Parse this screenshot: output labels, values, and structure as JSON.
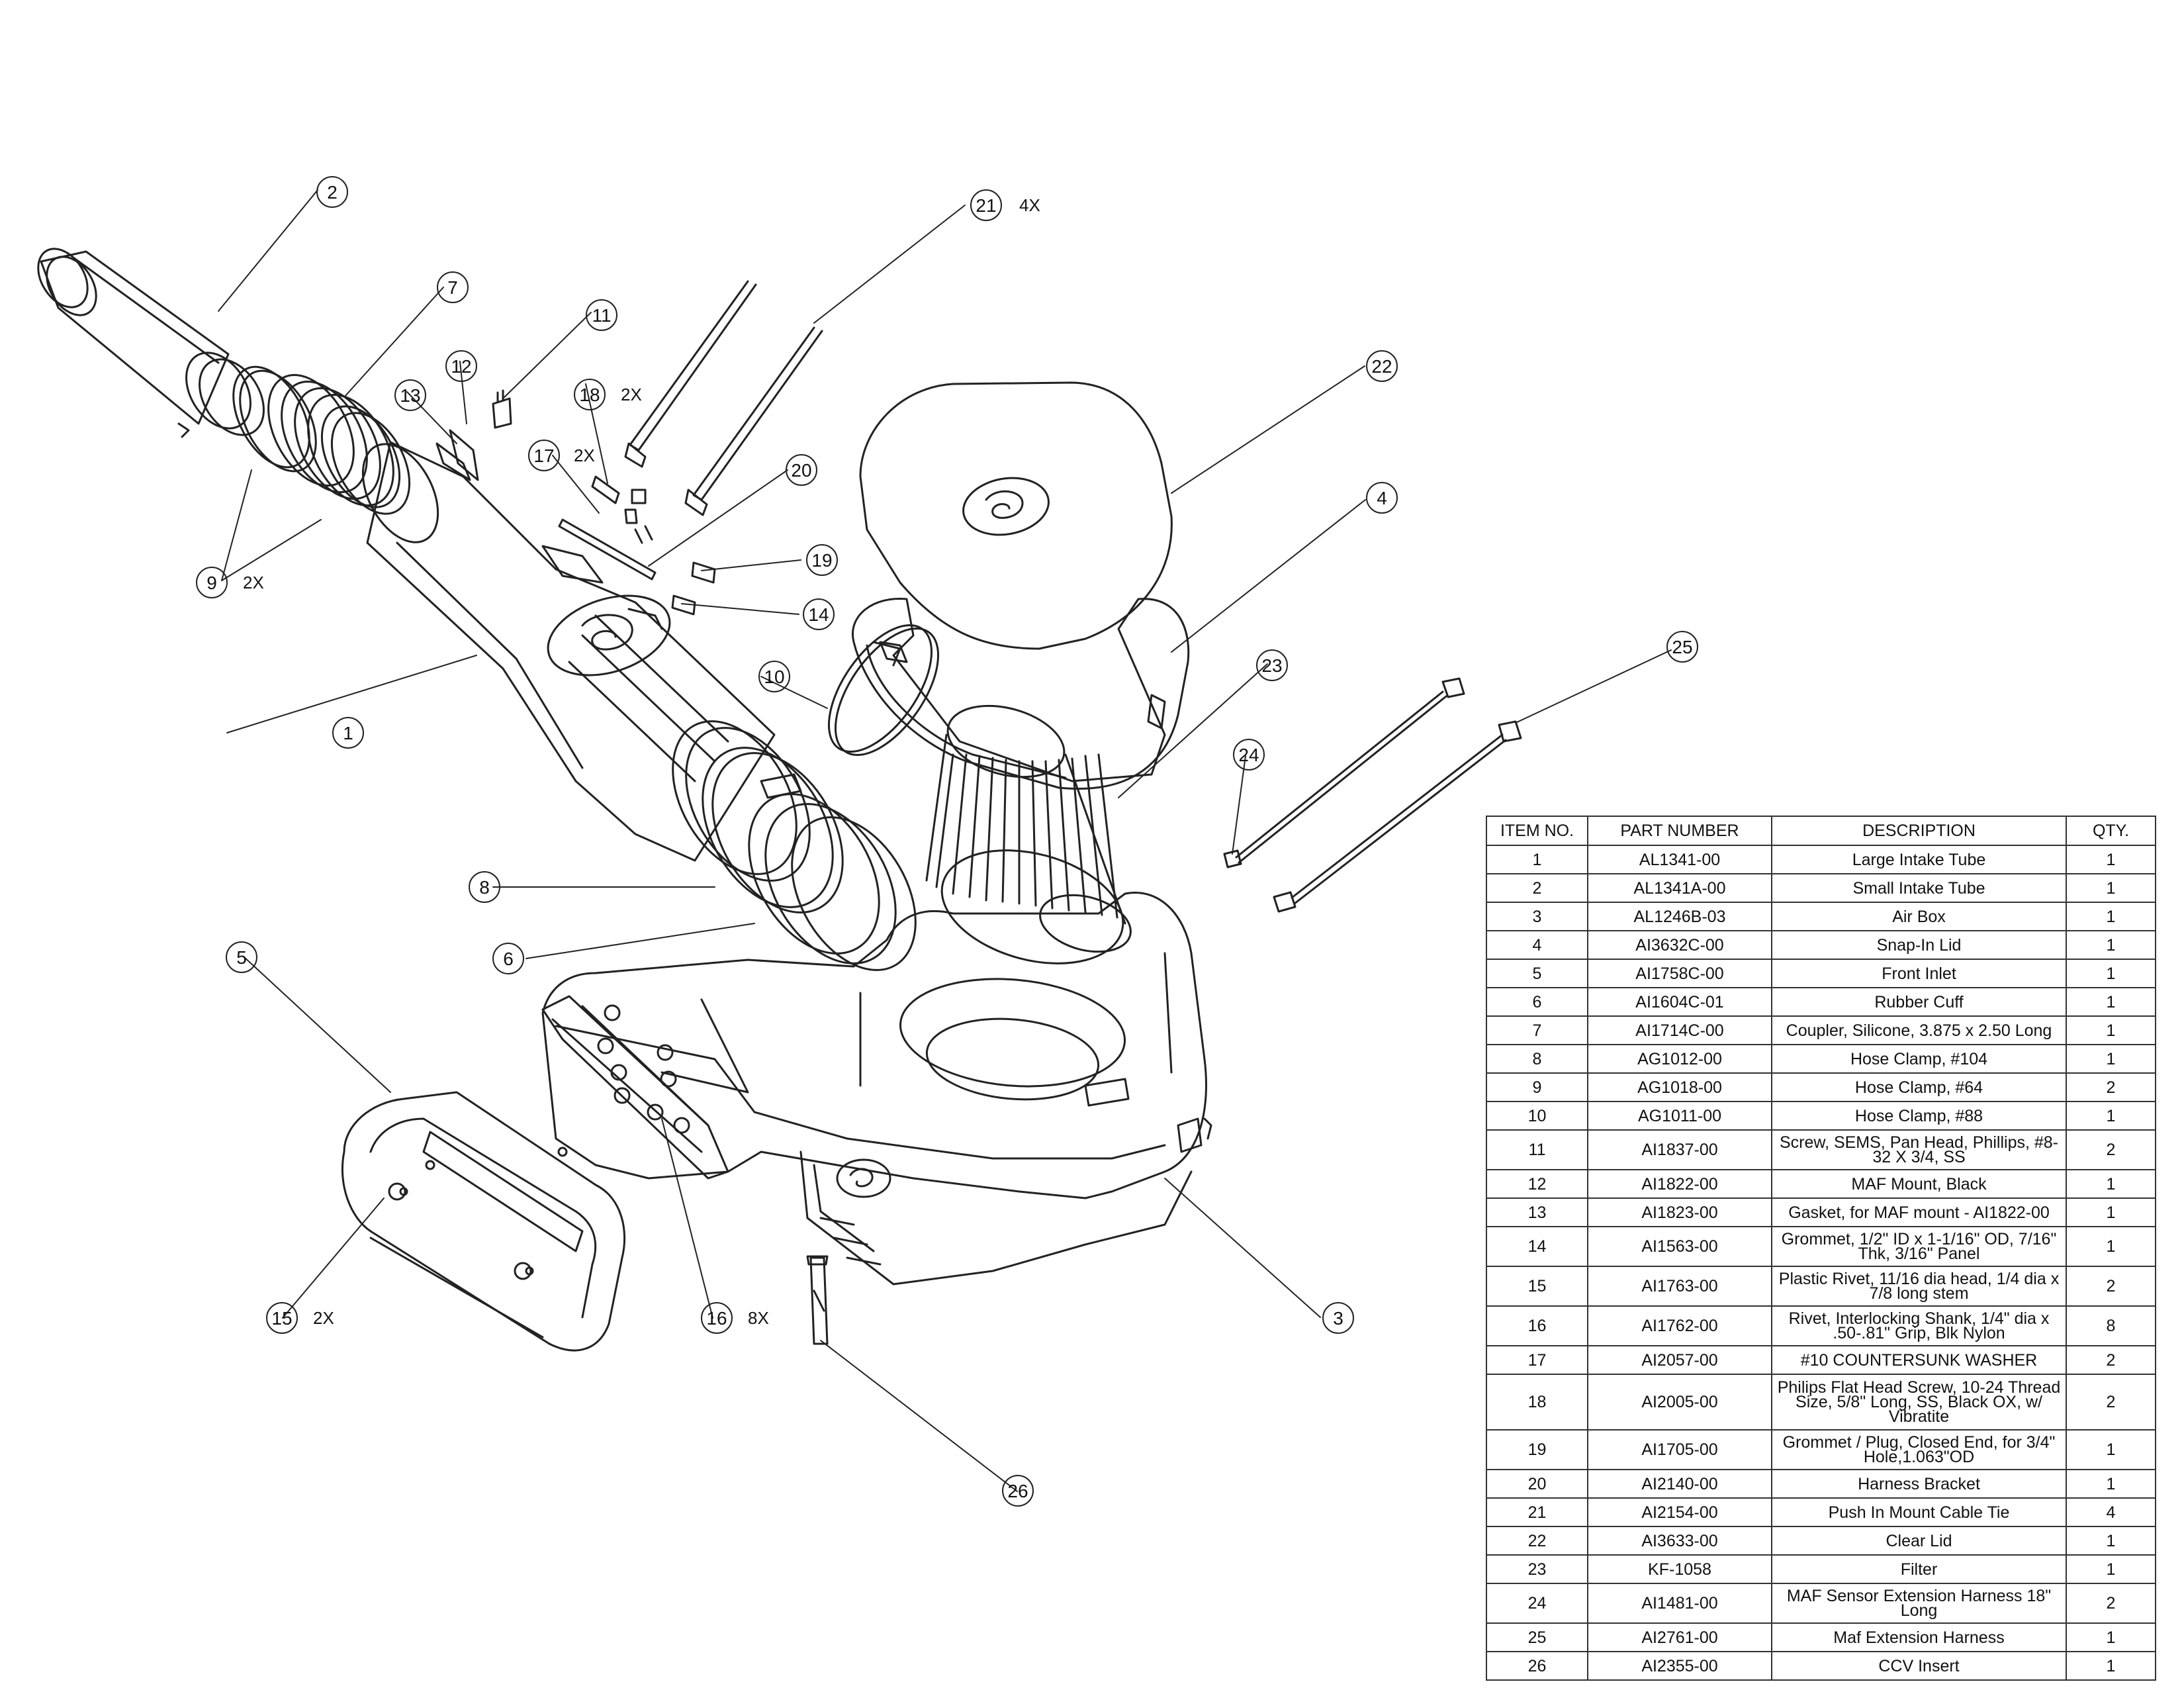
{
  "callouts": [
    {
      "n": "1"
    },
    {
      "n": "2"
    },
    {
      "n": "3"
    },
    {
      "n": "4"
    },
    {
      "n": "5"
    },
    {
      "n": "6"
    },
    {
      "n": "7"
    },
    {
      "n": "8"
    },
    {
      "n": "9",
      "qty": "2X"
    },
    {
      "n": "10"
    },
    {
      "n": "11"
    },
    {
      "n": "12"
    },
    {
      "n": "13"
    },
    {
      "n": "14"
    },
    {
      "n": "15",
      "qty": "2X"
    },
    {
      "n": "16",
      "qty": "8X"
    },
    {
      "n": "17",
      "qty": "2X"
    },
    {
      "n": "18",
      "qty": "2X"
    },
    {
      "n": "19"
    },
    {
      "n": "20"
    },
    {
      "n": "21",
      "qty": "4X"
    },
    {
      "n": "22"
    },
    {
      "n": "23"
    },
    {
      "n": "24"
    },
    {
      "n": "25"
    },
    {
      "n": "26"
    }
  ],
  "bom": {
    "headers": {
      "item": "ITEM NO.",
      "part": "PART NUMBER",
      "desc": "DESCRIPTION",
      "qty": "QTY."
    },
    "rows": [
      {
        "item": "1",
        "part": "AL1341-00",
        "desc": "Large Intake Tube",
        "qty": "1"
      },
      {
        "item": "2",
        "part": "AL1341A-00",
        "desc": "Small Intake Tube",
        "qty": "1"
      },
      {
        "item": "3",
        "part": "AL1246B-03",
        "desc": "Air Box",
        "qty": "1"
      },
      {
        "item": "4",
        "part": "AI3632C-00",
        "desc": "Snap-In Lid",
        "qty": "1"
      },
      {
        "item": "5",
        "part": "AI1758C-00",
        "desc": "Front Inlet",
        "qty": "1"
      },
      {
        "item": "6",
        "part": "AI1604C-01",
        "desc": "Rubber Cuff",
        "qty": "1"
      },
      {
        "item": "7",
        "part": "AI1714C-00",
        "desc": "Coupler, Silicone, 3.875 x 2.50 Long",
        "qty": "1"
      },
      {
        "item": "8",
        "part": "AG1012-00",
        "desc": "Hose Clamp, #104",
        "qty": "1"
      },
      {
        "item": "9",
        "part": "AG1018-00",
        "desc": "Hose Clamp, #64",
        "qty": "2"
      },
      {
        "item": "10",
        "part": "AG1011-00",
        "desc": "Hose Clamp, #88",
        "qty": "1"
      },
      {
        "item": "11",
        "part": "AI1837-00",
        "desc": "Screw, SEMS, Pan Head, Phillips, #8-32 X 3/4, SS",
        "qty": "2"
      },
      {
        "item": "12",
        "part": "AI1822-00",
        "desc": "MAF Mount, Black",
        "qty": "1"
      },
      {
        "item": "13",
        "part": "AI1823-00",
        "desc": "Gasket, for MAF mount - AI1822-00",
        "qty": "1"
      },
      {
        "item": "14",
        "part": "AI1563-00",
        "desc": "Grommet, 1/2\" ID x 1-1/16\" OD, 7/16\" Thk, 3/16\" Panel",
        "qty": "1"
      },
      {
        "item": "15",
        "part": "AI1763-00",
        "desc": "Plastic Rivet, 11/16 dia head, 1/4 dia x 7/8 long stem",
        "qty": "2"
      },
      {
        "item": "16",
        "part": "AI1762-00",
        "desc": "Rivet, Interlocking Shank, 1/4\" dia x .50-.81\" Grip, Blk Nylon",
        "qty": "8"
      },
      {
        "item": "17",
        "part": "AI2057-00",
        "desc": "#10 COUNTERSUNK WASHER",
        "qty": "2"
      },
      {
        "item": "18",
        "part": "AI2005-00",
        "desc": "Philips Flat Head Screw, 10-24 Thread Size, 5/8\" Long, SS, Black OX, w/ Vibratite",
        "qty": "2"
      },
      {
        "item": "19",
        "part": "AI1705-00",
        "desc": "Grommet / Plug, Closed End, for 3/4\" Hole,1.063\"OD",
        "qty": "1"
      },
      {
        "item": "20",
        "part": "AI2140-00",
        "desc": "Harness Bracket",
        "qty": "1"
      },
      {
        "item": "21",
        "part": "AI2154-00",
        "desc": "Push In Mount Cable Tie",
        "qty": "4"
      },
      {
        "item": "22",
        "part": "AI3633-00",
        "desc": "Clear Lid",
        "qty": "1"
      },
      {
        "item": "23",
        "part": "KF-1058",
        "desc": "Filter",
        "qty": "1"
      },
      {
        "item": "24",
        "part": "AI1481-00",
        "desc": "MAF Sensor Extension Harness 18\" Long",
        "qty": "2"
      },
      {
        "item": "25",
        "part": "AI2761-00",
        "desc": "Maf Extension Harness",
        "qty": "1"
      },
      {
        "item": "26",
        "part": "AI2355-00",
        "desc": "CCV Insert",
        "qty": "1"
      }
    ]
  }
}
